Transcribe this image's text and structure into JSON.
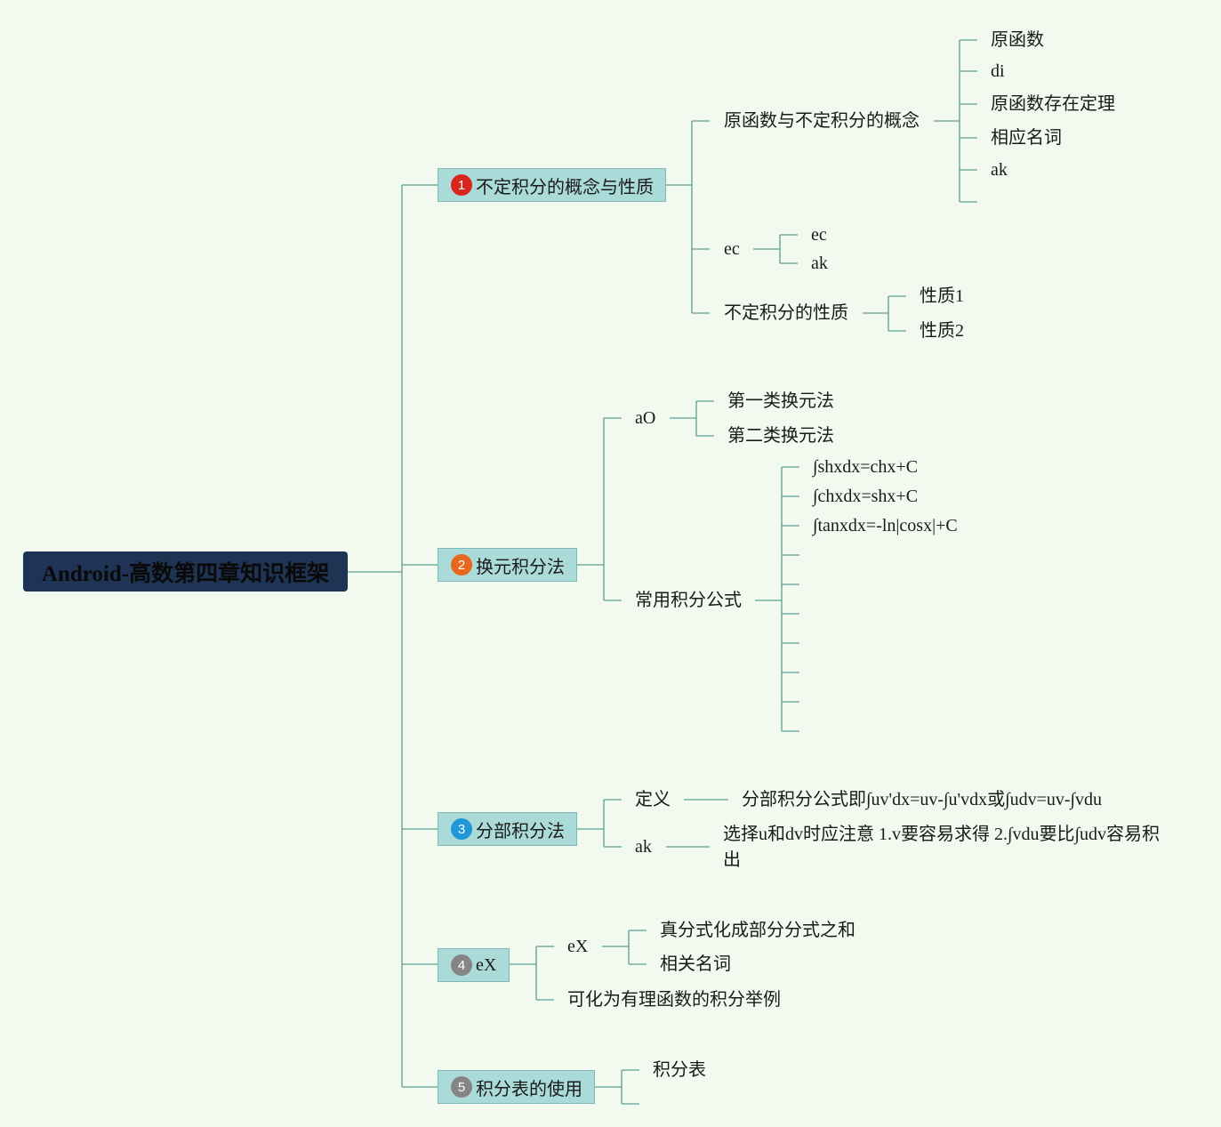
{
  "root": {
    "label": "Android-高数第四章知识框架"
  },
  "colors": {
    "background": "#f2f9ef",
    "root_fill": "#1f3354",
    "branch_fill": "#aadbd8",
    "connector": "#5d9e93",
    "badge_1": "#d9261c",
    "badge_2": "#e8671f",
    "badge_3": "#1e98d6",
    "badge_4": "#858585",
    "badge_5": "#858585"
  },
  "branches": [
    {
      "badge": "1",
      "label": "不定积分的概念与性质",
      "children": [
        {
          "label": "原函数与不定积分的概念",
          "children": [
            "原函数",
            "di",
            "原函数存在定理",
            "相应名词",
            "ak"
          ]
        },
        {
          "label": "ec",
          "children": [
            "ec",
            "ak"
          ]
        },
        {
          "label": "不定积分的性质",
          "children": [
            "性质1",
            "性质2"
          ]
        }
      ]
    },
    {
      "badge": "2",
      "label": "换元积分法",
      "children": [
        {
          "label": "aO",
          "children": [
            "第一类换元法",
            "第二类换元法"
          ]
        },
        {
          "label": "常用积分公式",
          "children": [
            "∫shxdx=chx+C",
            "∫chxdx=shx+C",
            "∫tanxdx=-ln|cosx|+C"
          ]
        }
      ]
    },
    {
      "badge": "3",
      "label": "分部积分法",
      "children": [
        {
          "label": "定义",
          "children": [
            "分部积分公式即∫uv'dx=uv-∫u'vdx或∫udv=uv-∫vdu"
          ]
        },
        {
          "label": "ak",
          "children": [
            "选择u和dv时应注意 1.v要容易求得 2.∫vdu要比∫udv容易积出"
          ]
        }
      ]
    },
    {
      "badge": "4",
      "label": "eX",
      "children": [
        {
          "label": "eX",
          "children": [
            "真分式化成部分分式之和",
            "相关名词"
          ]
        },
        {
          "label": "可化为有理函数的积分举例"
        }
      ]
    },
    {
      "badge": "5",
      "label": "积分表的使用",
      "children": [
        {
          "label": "积分表"
        }
      ]
    }
  ]
}
